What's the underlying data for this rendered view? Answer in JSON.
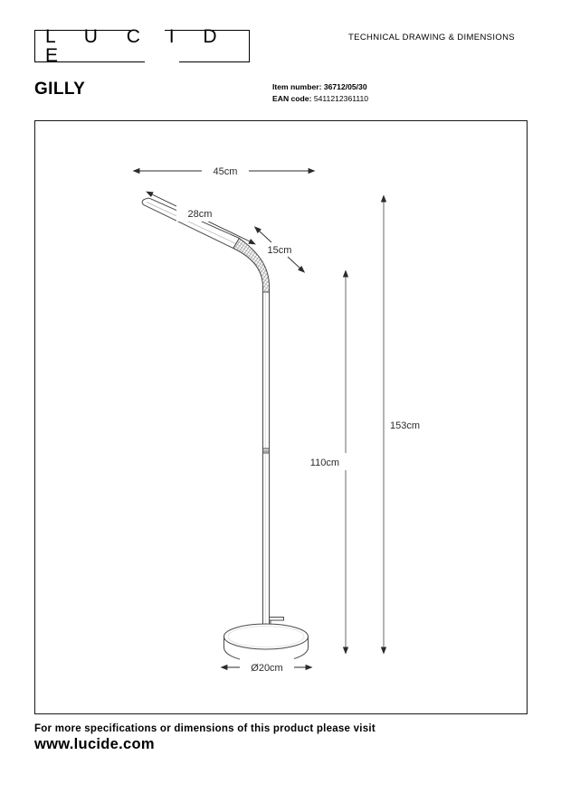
{
  "header": {
    "logo_letters": "L U C I D E",
    "subtitle": "TECHNICAL DRAWING & DIMENSIONS",
    "product_name": "GILLY",
    "item_number_label": "Item number:",
    "item_number_value": "36712/05/30",
    "ean_label": "EAN code:",
    "ean_value": "5411212361110"
  },
  "drawing": {
    "dimensions": {
      "reach_horizontal": "45cm",
      "arm_length": "28cm",
      "elbow_length": "15cm",
      "total_height": "153cm",
      "pole_height": "110cm",
      "base_diameter": "Ø20cm"
    }
  },
  "footer": {
    "line1": "For more specifications or dimensions of this product please visit",
    "line2": "www.lucide.com"
  },
  "colors": {
    "ink": "#000000",
    "line": "#4a4a4a",
    "frame": "#1a1a1a"
  },
  "chart_data": {
    "type": "table",
    "title": "GILLY technical drawing & dimensions",
    "categories": [
      "45cm",
      "28cm",
      "15cm",
      "153cm",
      "110cm",
      "Ø20cm"
    ],
    "values": [
      45,
      28,
      15,
      153,
      110,
      20
    ],
    "units": "cm",
    "annotations": [
      {
        "label": "45cm",
        "meaning": "horizontal reach of lamp arm"
      },
      {
        "label": "28cm",
        "meaning": "straight arm length"
      },
      {
        "label": "15cm",
        "meaning": "flexible elbow section length"
      },
      {
        "label": "153cm",
        "meaning": "total height of floor lamp"
      },
      {
        "label": "110cm",
        "meaning": "pole height to arm junction"
      },
      {
        "label": "Ø20cm",
        "meaning": "base diameter"
      }
    ]
  }
}
